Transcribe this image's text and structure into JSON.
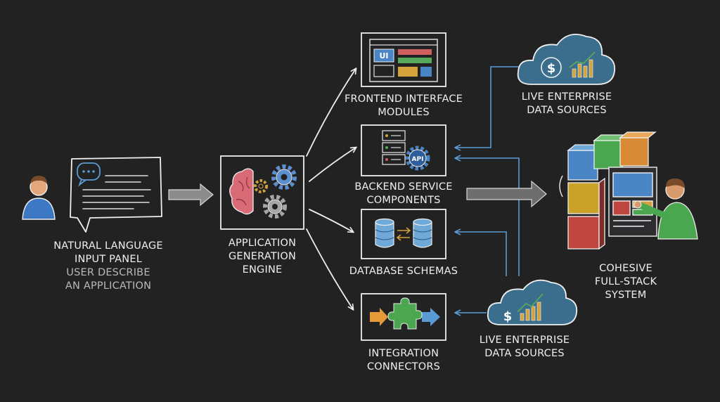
{
  "nodes": {
    "input": {
      "lines": [
        "NATURAL LANGUAGE",
        "INPUT PANEL"
      ],
      "sub": [
        "USER DESCRIBE",
        "AN APPLICATION"
      ]
    },
    "engine": {
      "lines": [
        "APPLICATION",
        "GENERATION",
        "ENGINE"
      ]
    },
    "frontend": {
      "lines": [
        "FRONTEND INTERFACE",
        "MODULES"
      ],
      "badge": "UI"
    },
    "backend": {
      "lines": [
        "BACKEND SERVICE",
        "COMPONENTS"
      ],
      "badge": "API"
    },
    "database": {
      "lines": [
        "DATABASE SCHEMAS"
      ]
    },
    "integration": {
      "lines": [
        "INTEGRATION",
        "CONNECTORS"
      ]
    },
    "data_source_top": {
      "lines": [
        "LIVE ENTERPRISE",
        "DATA SOURCES"
      ]
    },
    "data_source_bottom": {
      "lines": [
        "LIVE ENTERPRISE",
        "DATA SOURCES"
      ]
    },
    "system": {
      "lines": [
        "COHESIVE",
        "FULL-STACK",
        "SYSTEM"
      ]
    }
  },
  "icons": [
    "user-icon",
    "chat-bubble-icon",
    "brain-icon",
    "gear-icon",
    "ui-window-icon",
    "server-icon",
    "database-icon",
    "puzzle-icon",
    "cloud-dollar-icon",
    "bar-chart-icon",
    "puzzle-blocks-icon",
    "developer-icon"
  ],
  "colors": {
    "background": "#222223",
    "chalk": "#efefef",
    "link_blue": "#5b9bd5",
    "cloud_fill": "#3b6e8c",
    "brain_pink": "#d96b77",
    "gear_blue": "#5b8fd0",
    "gear_gray": "#a6a6a6",
    "ui_blue": "#4a86c5",
    "db_blue": "#6ea9d8",
    "puzzle_green": "#4aa64f",
    "arrow_orange": "#e59a39",
    "block_yellow": "#c9a227",
    "block_red": "#c0473f",
    "block_orange": "#d98a35"
  }
}
